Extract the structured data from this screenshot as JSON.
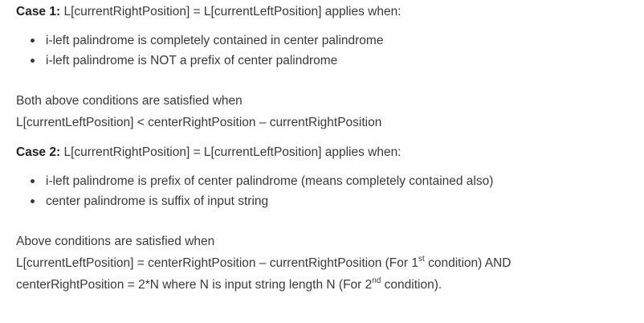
{
  "case1": {
    "label": "Case 1:",
    "text": " L[currentRightPosition] = L[currentLeftPosition] applies when:",
    "bullets": [
      "i-left palindrome is completely contained in center palindrome",
      "i-left palindrome is NOT a prefix of center palindrome"
    ]
  },
  "para1": {
    "line1": "Both above conditions are satisfied when",
    "line2": "L[currentLeftPosition] < centerRightPosition – currentRightPosition"
  },
  "case2": {
    "label": "Case 2:",
    "text": " L[currentRightPosition] = L[currentLeftPosition] applies when:",
    "bullets": [
      "i-left palindrome is prefix of center palindrome (means completely contained also)",
      "center palindrome is suffix of input string"
    ]
  },
  "para2": {
    "line1": "Above conditions are satisfied when",
    "line2_pre": "L[currentLeftPosition] = centerRightPosition – currentRightPosition (For 1",
    "line2_sup": "st",
    "line2_post": " condition) AND",
    "line3_pre": "centerRightPosition = 2*N where N is input string length N (For 2",
    "line3_sup": "nd",
    "line3_post": " condition)."
  }
}
